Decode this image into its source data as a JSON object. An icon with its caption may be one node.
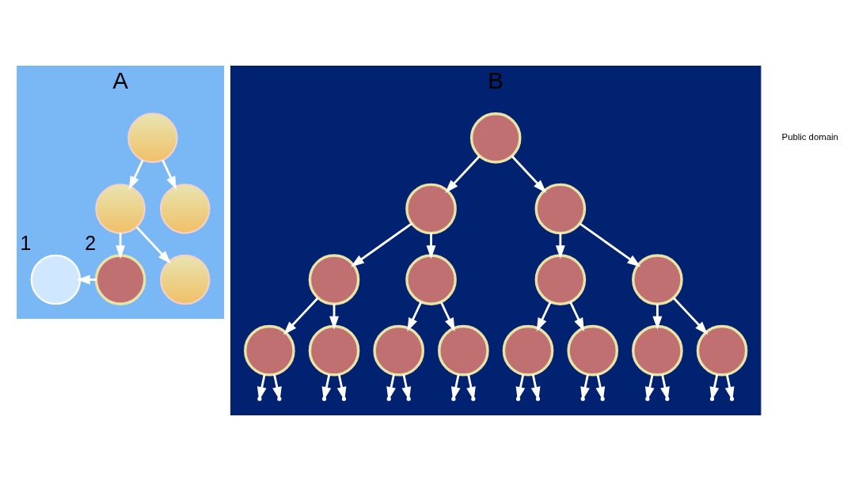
{
  "diagram": {
    "nodes": [
      {
        "text": [
          "A"
        ]
      },
      {
        "text": [],
        "shape": "circle",
        "in": 0
      },
      {
        "text": [],
        "shape": "circle",
        "in": 0
      },
      {
        "text": [],
        "shape": "circle",
        "in": 0
      },
      {
        "text": [],
        "shape": "circle",
        "in": 0,
        "beside": [
          "2"
        ]
      },
      {
        "text": [],
        "shape": "circle",
        "in": 0
      },
      {
        "text": [],
        "shape": "circle",
        "in": 0,
        "beside": [
          "1"
        ]
      },
      {
        "text": [
          "B"
        ]
      },
      {
        "text": [],
        "shape": "circle",
        "in": 7
      },
      {
        "text": [],
        "shape": "circle",
        "in": 7
      },
      {
        "text": [],
        "shape": "circle",
        "in": 7
      },
      {
        "text": [],
        "shape": "circle",
        "in": 7
      },
      {
        "text": [],
        "shape": "circle",
        "in": 7
      },
      {
        "text": [],
        "shape": "circle",
        "in": 7
      },
      {
        "text": [],
        "shape": "circle",
        "in": 7
      },
      {
        "text": [],
        "shape": "circle",
        "in": 7
      },
      {
        "text": [],
        "shape": "circle",
        "in": 7
      },
      {
        "text": [],
        "shape": "circle",
        "in": 7
      },
      {
        "text": [],
        "shape": "circle",
        "in": 7
      },
      {
        "text": [],
        "shape": "circle",
        "in": 7
      },
      {
        "text": [],
        "shape": "circle",
        "in": 7
      },
      {
        "text": [],
        "shape": "circle",
        "in": 7
      },
      {
        "text": [],
        "shape": "circle",
        "in": 7
      }
    ],
    "edges": [
      {
        "from": 1,
        "to": 2,
        "arrow": "to"
      },
      {
        "from": 1,
        "to": 3,
        "arrow": "to"
      },
      {
        "from": 2,
        "to": 4,
        "arrow": "to"
      },
      {
        "from": 2,
        "to": 5,
        "arrow": "to"
      },
      {
        "from": 4,
        "to": 6,
        "arrow": "to"
      },
      {
        "from": 8,
        "to": 9,
        "arrow": "to"
      },
      {
        "from": 8,
        "to": 10,
        "arrow": "to"
      },
      {
        "from": 9,
        "to": 11,
        "arrow": "to"
      },
      {
        "from": 9,
        "to": 12,
        "arrow": "to"
      },
      {
        "from": 10,
        "to": 13,
        "arrow": "to"
      },
      {
        "from": 10,
        "to": 14,
        "arrow": "to"
      },
      {
        "from": 11,
        "to": 15,
        "arrow": "to"
      },
      {
        "from": 11,
        "to": 16,
        "arrow": "to"
      },
      {
        "from": 12,
        "to": 17,
        "arrow": "to"
      },
      {
        "from": 12,
        "to": 18,
        "arrow": "to"
      },
      {
        "from": 13,
        "to": 19,
        "arrow": "to"
      },
      {
        "from": 13,
        "to": 20,
        "arrow": "to"
      },
      {
        "from": 14,
        "to": 21,
        "arrow": "to"
      },
      {
        "from": 14,
        "to": 22,
        "arrow": "to"
      },
      {
        "from": 15,
        "to": null,
        "arrow": "to"
      },
      {
        "from": 15,
        "to": null,
        "arrow": "to"
      },
      {
        "from": 16,
        "to": null,
        "arrow": "to"
      },
      {
        "from": 16,
        "to": null,
        "arrow": "to"
      },
      {
        "from": 17,
        "to": null,
        "arrow": "to"
      },
      {
        "from": 17,
        "to": null,
        "arrow": "to"
      },
      {
        "from": 18,
        "to": null,
        "arrow": "to"
      },
      {
        "from": 18,
        "to": null,
        "arrow": "to"
      },
      {
        "from": 19,
        "to": null,
        "arrow": "to"
      },
      {
        "from": 19,
        "to": null,
        "arrow": "to"
      },
      {
        "from": 20,
        "to": null,
        "arrow": "to"
      },
      {
        "from": 20,
        "to": null,
        "arrow": "to"
      },
      {
        "from": 21,
        "to": null,
        "arrow": "to"
      },
      {
        "from": 21,
        "to": null,
        "arrow": "to"
      },
      {
        "from": 22,
        "to": null,
        "arrow": "to"
      },
      {
        "from": 22,
        "to": null,
        "arrow": "to"
      }
    ],
    "labels": [
      "Public domain"
    ]
  }
}
